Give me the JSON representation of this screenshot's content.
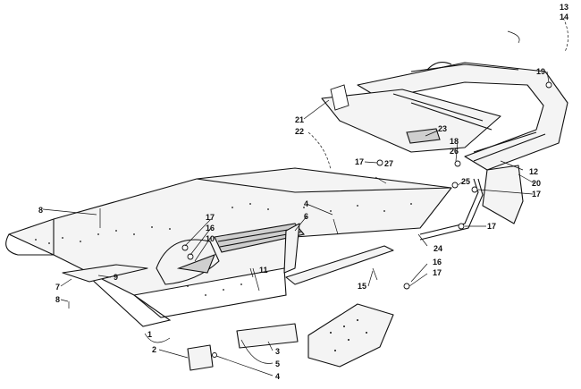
{
  "callouts": [
    {
      "id": "c13",
      "text": "13"
    },
    {
      "id": "c14",
      "text": "14"
    },
    {
      "id": "c19",
      "text": "19"
    },
    {
      "id": "c21",
      "text": "21"
    },
    {
      "id": "c22",
      "text": "22"
    },
    {
      "id": "c23",
      "text": "23"
    },
    {
      "id": "c18",
      "text": "18"
    },
    {
      "id": "c26",
      "text": "26"
    },
    {
      "id": "c12",
      "text": "12"
    },
    {
      "id": "c20",
      "text": "20"
    },
    {
      "id": "c17a",
      "text": "17"
    },
    {
      "id": "c27",
      "text": "27"
    },
    {
      "id": "c25",
      "text": "25"
    },
    {
      "id": "c17b",
      "text": "17"
    },
    {
      "id": "c17c",
      "text": "17"
    },
    {
      "id": "c24",
      "text": "24"
    },
    {
      "id": "c16a",
      "text": "16"
    },
    {
      "id": "c17d",
      "text": "17"
    },
    {
      "id": "c15",
      "text": "15"
    },
    {
      "id": "c8a",
      "text": "8"
    },
    {
      "id": "c4a",
      "text": "4"
    },
    {
      "id": "c6",
      "text": "6"
    },
    {
      "id": "c17e",
      "text": "17"
    },
    {
      "id": "c16b",
      "text": "16"
    },
    {
      "id": "c10",
      "text": "10"
    },
    {
      "id": "c9",
      "text": "9"
    },
    {
      "id": "c7",
      "text": "7"
    },
    {
      "id": "c8b",
      "text": "8"
    },
    {
      "id": "c11",
      "text": "11"
    },
    {
      "id": "c1",
      "text": "1"
    },
    {
      "id": "c2",
      "text": "2"
    },
    {
      "id": "c3",
      "text": "3"
    },
    {
      "id": "c5",
      "text": "5"
    },
    {
      "id": "c4b",
      "text": "4"
    }
  ]
}
